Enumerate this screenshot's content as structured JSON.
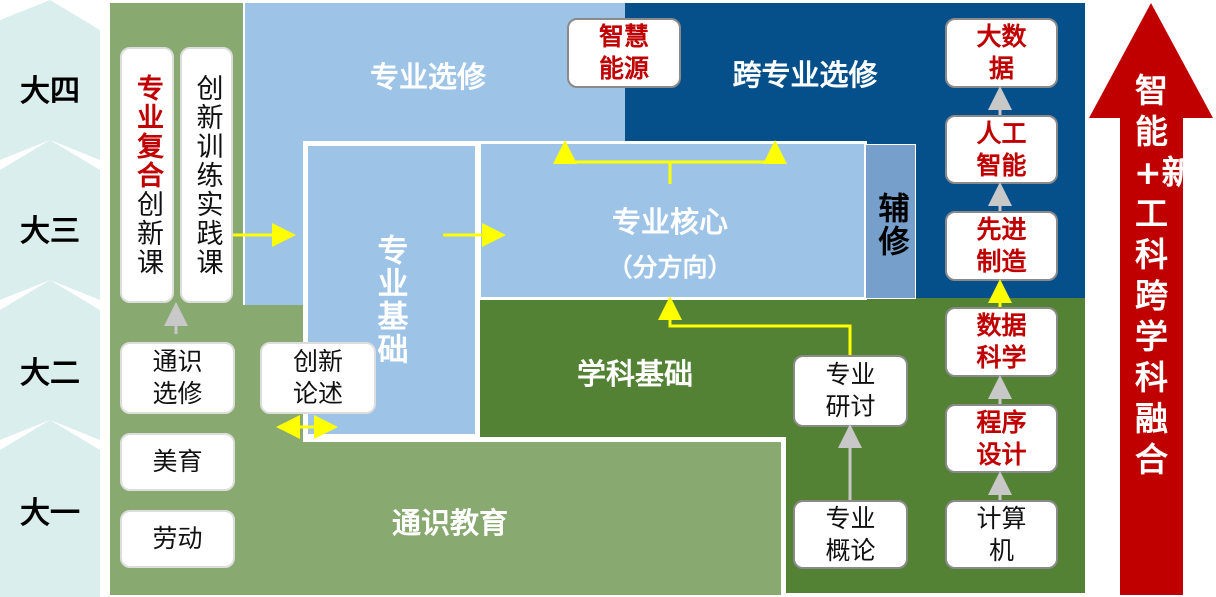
{
  "years": [
    "大四",
    "大三",
    "大二",
    "大一"
  ],
  "regions": {
    "major_elective": "专业选修",
    "cross_major_elective": "跨专业选修",
    "major_foundation": "专业基础",
    "major_core": "专业核心",
    "major_core_sub": "（分方向）",
    "minor": "辅修",
    "discipline_foundation": "学科基础",
    "general_education": "通识教育"
  },
  "boxes": {
    "composite_red": "专业复合",
    "composite_rest": "创新课",
    "innovation_practice": "创新训练实践课",
    "general_elective": "通识选修",
    "innovation_essay": "创新论述",
    "aesthetics": "美育",
    "labor": "劳动",
    "smart_energy": "智慧能源",
    "big_data": "大数据",
    "ai": "人工智能",
    "advanced_manufacturing": "先进制造",
    "data_science": "数据科学",
    "programming": "程序设计",
    "computer": "计算机",
    "major_seminar": "专业研讨",
    "major_intro": "专业概论"
  },
  "side_arrow": "智能+新工科跨学科融合",
  "colors": {
    "light_green": "#88a970",
    "dark_green": "#548235",
    "light_blue": "#9dc3e6",
    "dark_blue": "#05508a",
    "minor_blue": "#779fcb",
    "red": "#c00000",
    "year_bg": "#dbeeee",
    "arrow_yellow": "#ffff00"
  }
}
